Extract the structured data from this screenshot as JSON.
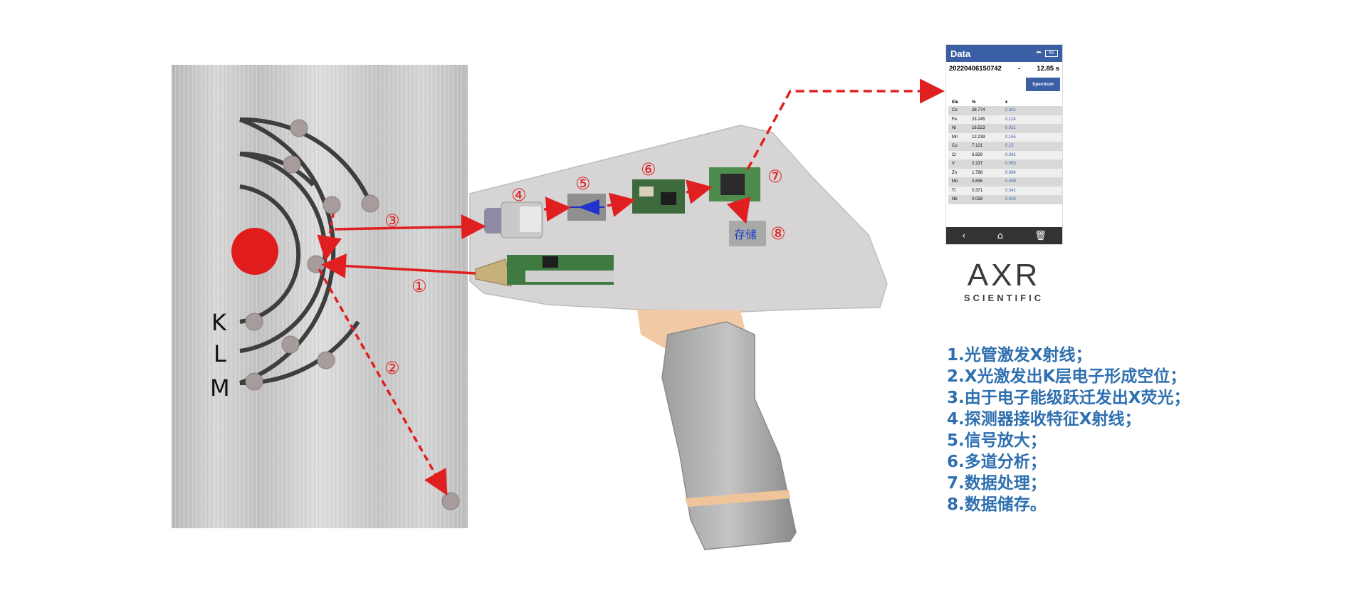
{
  "labels": {
    "circled": [
      "①",
      "②",
      "③",
      "④",
      "⑤",
      "⑥",
      "⑦",
      "⑧"
    ],
    "shells": [
      "K",
      "L",
      "M"
    ],
    "storage": "存储"
  },
  "phone": {
    "title": "Data",
    "battery": "95",
    "record_id": "20220406150742",
    "separator": "-",
    "time": "12.85 s",
    "spectrum_button": "Spectrum",
    "table": {
      "headers": [
        "Ele",
        "%",
        "±"
      ],
      "rows": [
        [
          "Co",
          "28.774",
          "0.301"
        ],
        [
          "Fe",
          "23.245",
          "0.124"
        ],
        [
          "Ni",
          "16.523",
          "0.031"
        ],
        [
          "Mn",
          "12.239",
          "0.155"
        ],
        [
          "Cu",
          "7.121",
          "0.15"
        ],
        [
          "Cr",
          "6.829",
          "0.091"
        ],
        [
          "V",
          "2.237",
          "0.053"
        ],
        [
          "Zn",
          "1.798",
          "0.084"
        ],
        [
          "Mo",
          "0.835",
          "0.009"
        ],
        [
          "Ti",
          "0.371",
          "0.041"
        ],
        [
          "Nb",
          "0.028",
          "0.003"
        ]
      ]
    },
    "nav_icons": [
      "back-icon",
      "home-icon",
      "trash-icon"
    ]
  },
  "logo": {
    "mark": "AXR",
    "sub": "SCIENTIFIC"
  },
  "steps": [
    "1.光管激发X射线；",
    "2.X光激发出K层电子形成空位；",
    "3.由于电子能级跃迁发出X荧光；",
    "4.探测器接收特征X射线；",
    "5.信号放大；",
    "6.多道分析；",
    "7.数据处理；",
    "8.数据储存。"
  ],
  "colors": {
    "arrow": "#e02020",
    "step_text": "#2e6fb0",
    "phone_header": "#3a5fa5",
    "nucleus": "#e01c1c"
  }
}
